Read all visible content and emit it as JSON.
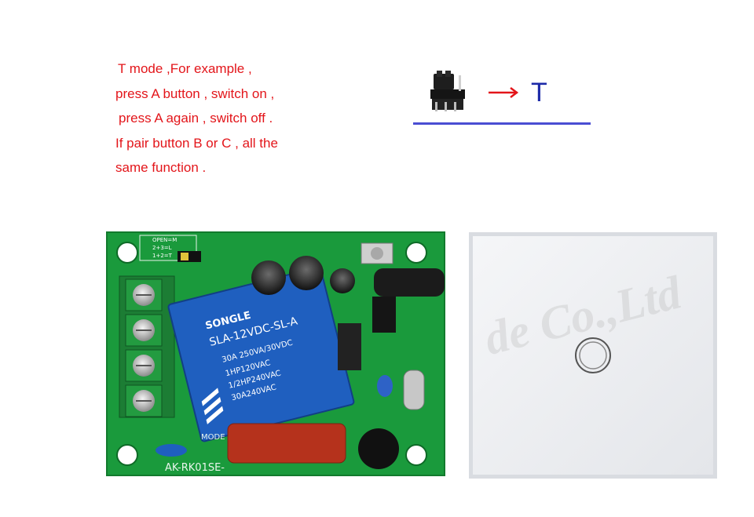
{
  "description": {
    "lines": [
      "T mode ,For example ,",
      "press A button , switch on ,",
      "press A again , switch off .",
      "If pair button B or C , all the",
      "same function ."
    ],
    "color": "#e3151a"
  },
  "jumper_diagram": {
    "mode_letter": "T",
    "arrow_color": "#e3151a",
    "letter_color": "#1d2aa8"
  },
  "relay_board": {
    "relay_brand": "SONGLE",
    "relay_model": "SLA-12VDC-SL-A",
    "relay_specs": [
      "30A 250VA/30VDC",
      "1HP120VAC",
      "1/2HP240VAC",
      "30A240VAC"
    ],
    "board_model": "AK-RK01SE-",
    "mode_label": "MODE",
    "header_labels": [
      "OPEN=M",
      "2+3=L",
      "1+2=T"
    ],
    "board_color": "#1a9a3c"
  },
  "touch_panel": {
    "watermark": "de Co.,Ltd",
    "icon": "touch-circle-icon"
  }
}
